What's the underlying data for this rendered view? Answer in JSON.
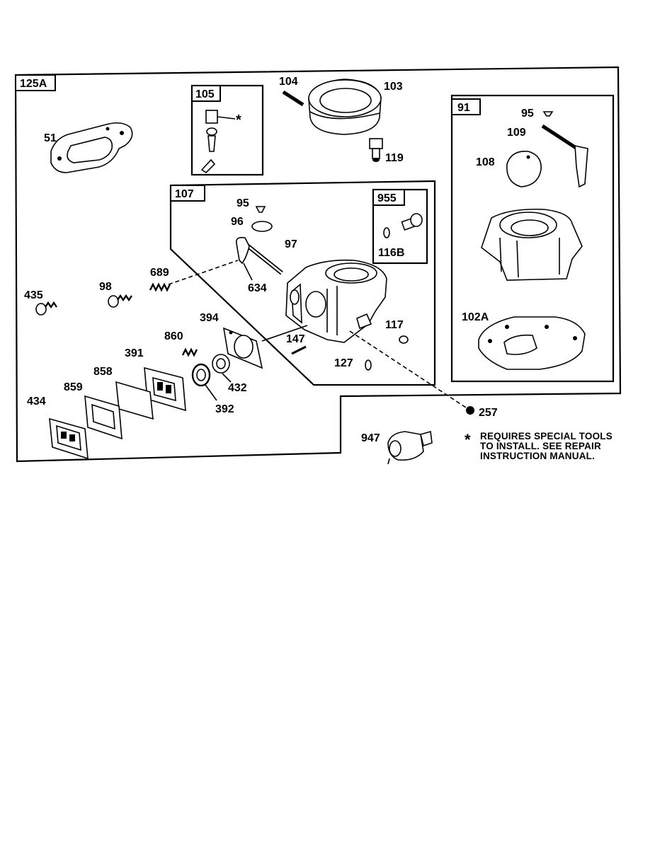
{
  "boxes": {
    "main": "125A",
    "inset_105": "105",
    "inset_107": "107",
    "inset_955": "955",
    "inset_91": "91"
  },
  "labels": {
    "p51": "51",
    "p104": "104",
    "p103": "103",
    "p119": "119",
    "p95_top": "95",
    "p109": "109",
    "p108": "108",
    "p102a": "102A",
    "p95": "95",
    "p96": "96",
    "p97": "97",
    "p634": "634",
    "p116b": "116B",
    "p689": "689",
    "p98": "98",
    "p435": "435",
    "p394": "394",
    "p860": "860",
    "p391": "391",
    "p858": "858",
    "p859": "859",
    "p434": "434",
    "p392": "392",
    "p432": "432",
    "p147": "147",
    "p117": "117",
    "p127": "127",
    "p257": "257",
    "p947": "947"
  },
  "note": {
    "star": "*",
    "line1": "REQUIRES SPECIAL TOOLS",
    "line2": "TO INSTALL.  SEE REPAIR",
    "line3": "INSTRUCTION MANUAL."
  }
}
